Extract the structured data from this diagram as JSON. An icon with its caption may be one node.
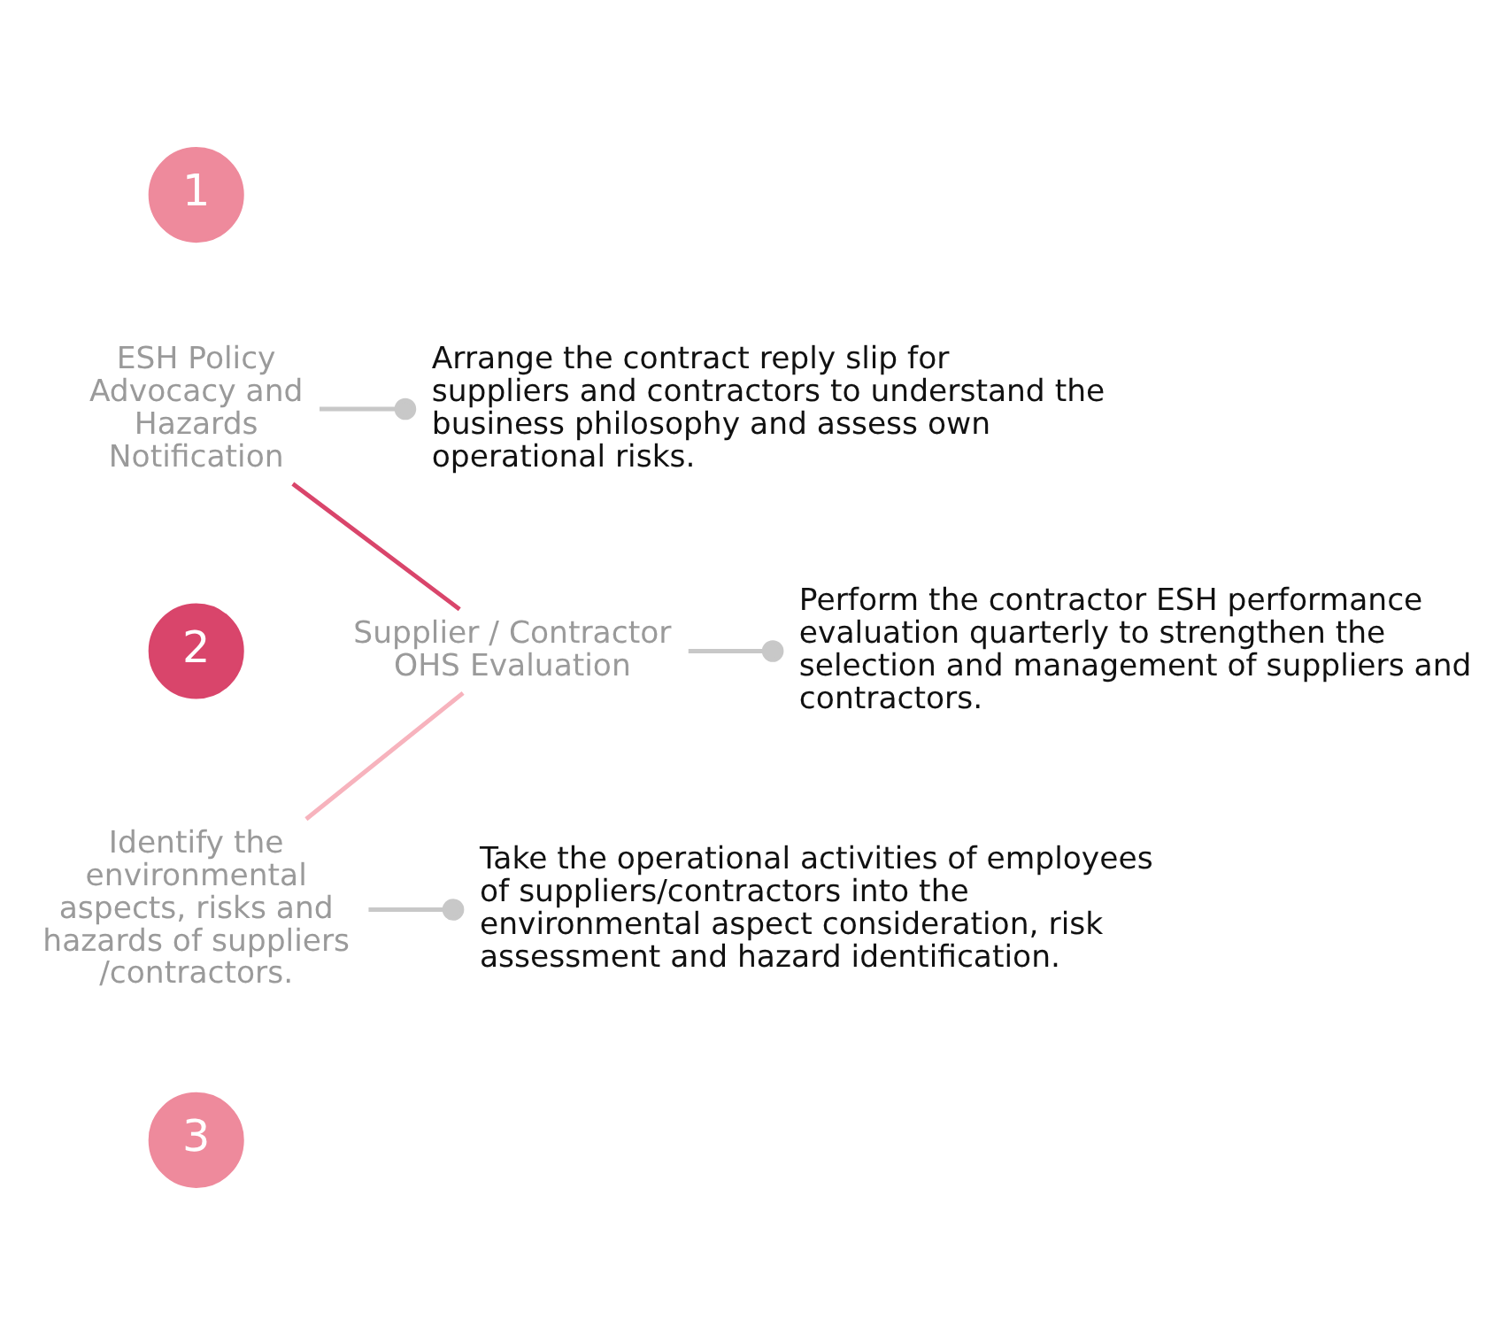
{
  "diagram": {
    "nodes": [
      {
        "text": [
          "1"
        ]
      },
      {
        "text": [
          "ESH Policy Advocacy and Hazards Notification"
        ]
      },
      {
        "text": [
          "Arrange the contract reply slip for suppliers and contractors to understand the business philosophy and assess own operational risks."
        ]
      },
      {
        "text": [
          "2"
        ]
      },
      {
        "text": [
          "Supplier / Contractor OHS Evaluation"
        ]
      },
      {
        "text": [
          "Perform the contractor ESH performance evaluation quarterly to strengthen the selection and management of suppliers and contractors."
        ]
      },
      {
        "text": [
          "Identify the environmental aspects, risks and hazards of suppliers /contractors."
        ]
      },
      {
        "text": [
          "Take the operational activities of employees of suppliers/contractors into the environmental aspect consideration, risk assessment and hazard identification."
        ]
      },
      {
        "text": [
          "3"
        ]
      }
    ],
    "edges": [
      {
        "from": 1,
        "to": 2,
        "arrow": "other"
      },
      {
        "from": 4,
        "to": 5,
        "arrow": "other"
      },
      {
        "from": 6,
        "to": 7,
        "arrow": "other"
      },
      {
        "from": 1,
        "to": 4,
        "arrow": "none",
        "color": "#d9456b"
      },
      {
        "from": 4,
        "to": 6,
        "arrow": "none",
        "color": "#f7b3bd"
      }
    ]
  }
}
